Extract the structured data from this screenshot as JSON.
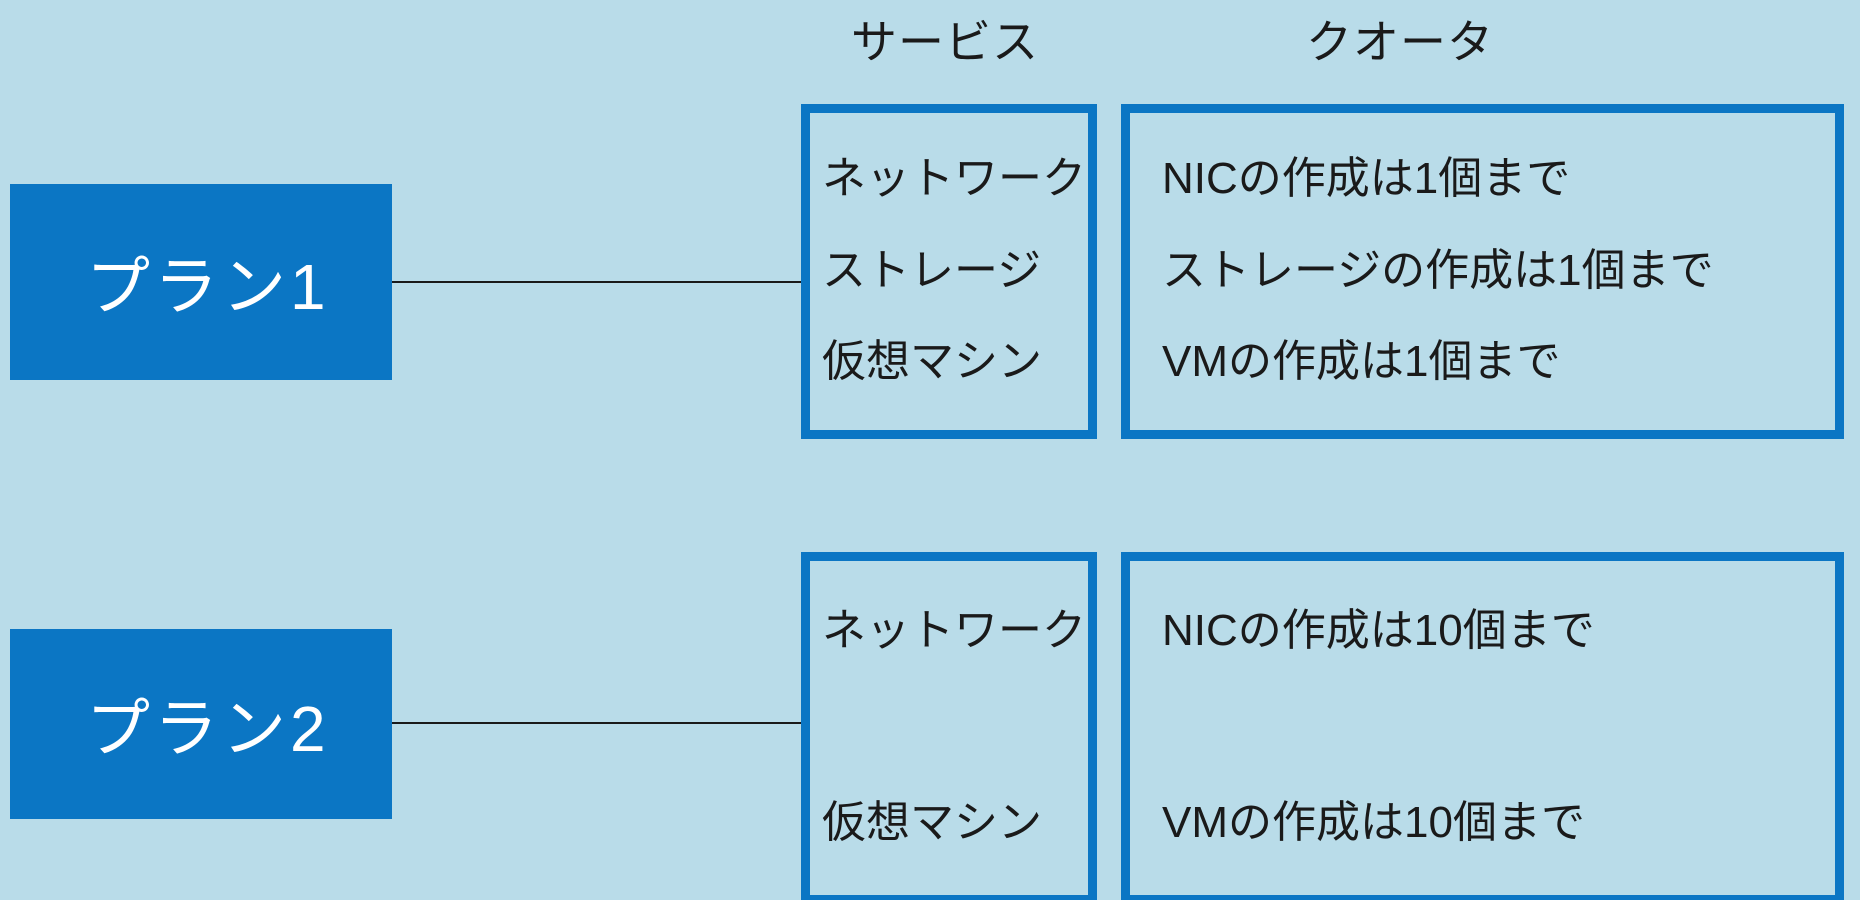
{
  "colors": {
    "background": "#b9dce9",
    "accent_blue": "#0b76c4",
    "text": "#1a1a1a",
    "plan_text": "#ffffff"
  },
  "headers": {
    "services": "サービス",
    "quota": "クオータ"
  },
  "plans": [
    {
      "label": "プラン1",
      "services": [
        "ネットワーク",
        "ストレージ",
        "仮想マシン"
      ],
      "quotas": [
        "NICの作成は1個まで",
        "ストレージの作成は1個まで",
        "VMの作成は1個まで"
      ]
    },
    {
      "label": "プラン2",
      "services": [
        "ネットワーク",
        "",
        "仮想マシン"
      ],
      "quotas": [
        "NICの作成は10個まで",
        "",
        "VMの作成は10個まで"
      ]
    }
  ]
}
